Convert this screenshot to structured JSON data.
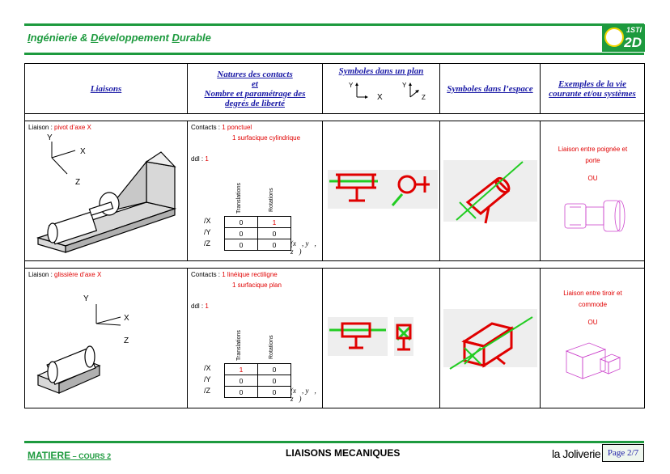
{
  "header": {
    "title_parts": [
      "I",
      "ngénierie & ",
      "D",
      "éveloppement ",
      "D",
      "urable"
    ],
    "badge_top": "1STI",
    "badge_bottom": "2D"
  },
  "table": {
    "headers": {
      "liaisons": "Liaisons",
      "natures_l1": "Natures des contacts",
      "natures_l2": "et",
      "natures_l3": "Nombre et  paramétrage  des",
      "natures_l4": "degrés  de liberté",
      "symboles_plan": "Symboles dans un plan",
      "symboles_espace": "Symboles dans l’espace",
      "exemples_l1": "Exemples de la vie",
      "exemples_l2": "courante et/ou systèmes"
    },
    "plan_axes": [
      "Y",
      "X",
      "Y",
      "Z"
    ],
    "rows": [
      {
        "liaison_label": "Liaison : ",
        "liaison_name": "pivot d’axe X",
        "axes": [
          "Y",
          "X",
          "Z"
        ],
        "contacts_label": "Contacts : ",
        "contact_1": "1 ponctuel",
        "contact_2": "1 surfacique cylindrique",
        "ddl_label": "ddl : ",
        "ddl_value": "1",
        "col_translations": "Translations",
        "col_rotations": "Rotations",
        "dof_rows": [
          {
            "axis": "/X",
            "t": "0",
            "r": "1"
          },
          {
            "axis": "/Y",
            "t": "0",
            "r": "0"
          },
          {
            "axis": "/Z",
            "t": "0",
            "r": "0"
          }
        ],
        "basis": "(x⃗, y⃗, z⃗)",
        "example_l1": "Liaison entre poignée et",
        "example_l2": "porte",
        "example_ou": "OU"
      },
      {
        "liaison_label": "Liaison : ",
        "liaison_name": "glissière d’axe X",
        "axes": [
          "Y",
          "X",
          "Z"
        ],
        "contacts_label": "Contacts : ",
        "contact_1": "1 linéique rectiligne",
        "contact_2": "1 surfacique plan",
        "ddl_label": "ddl : ",
        "ddl_value": "1",
        "col_translations": "Translations",
        "col_rotations": "Rotations",
        "dof_rows": [
          {
            "axis": "/X",
            "t": "1",
            "r": "0"
          },
          {
            "axis": "/Y",
            "t": "0",
            "r": "0"
          },
          {
            "axis": "/Z",
            "t": "0",
            "r": "0"
          }
        ],
        "basis": "(x⃗, y⃗, z⃗)",
        "example_l1": "Liaison entre tiroir et",
        "example_l2": "commode",
        "example_ou": "OU"
      }
    ]
  },
  "footer": {
    "matiere": "MATIERE",
    "cours": " – COURS 2",
    "title": "LIAISONS MECANIQUES",
    "logo": "la Joliverie",
    "page": "Page 2/7"
  },
  "colors": {
    "green": "#1d9a3e",
    "red": "#e00000",
    "blue": "#1a1aa6",
    "symbol_green": "#22cc22"
  }
}
